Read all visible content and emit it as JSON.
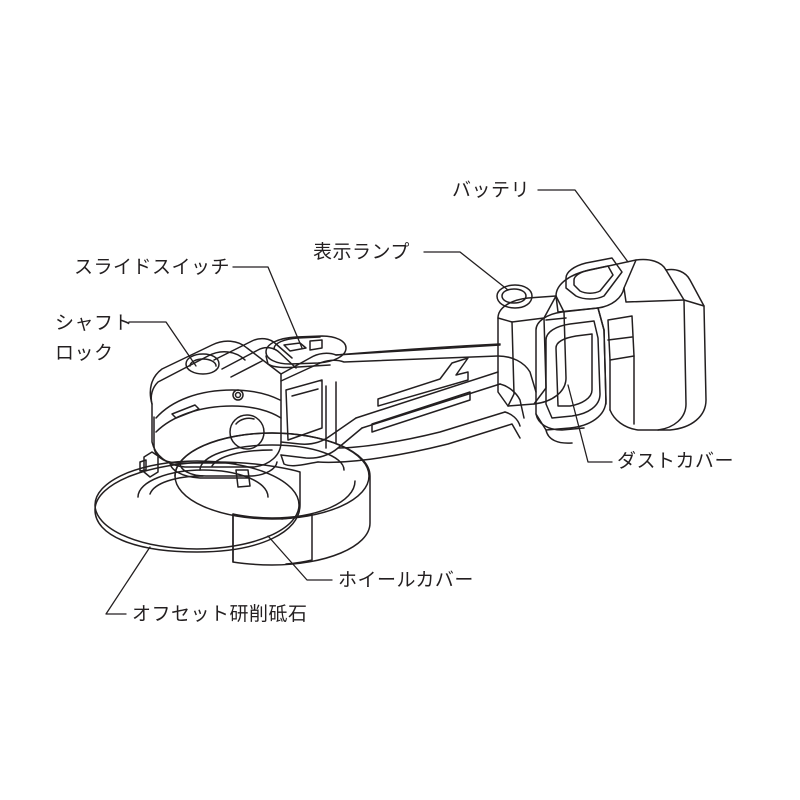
{
  "document": {
    "type": "technical-line-illustration",
    "subject": "cordless-angle-grinder",
    "background_color": "#ffffff",
    "line_color": "#231f20",
    "text_color": "#231f20"
  },
  "callouts": [
    {
      "id": "battery",
      "label": "バッテリ",
      "lines": [
        "バッテリ"
      ],
      "points_to": "battery-pack"
    },
    {
      "id": "indicator_lamp",
      "label": "表示ランプ",
      "lines": [
        "表示ランプ"
      ],
      "points_to": "indicator-lamp-button"
    },
    {
      "id": "slide_switch",
      "label": "スライドスイッチ",
      "lines": [
        "スライドスイッチ"
      ],
      "points_to": "slide-switch"
    },
    {
      "id": "shaft_lock",
      "label": "シャフトロック",
      "lines": [
        "シャフト",
        "ロック"
      ],
      "points_to": "shaft-lock-button"
    },
    {
      "id": "dust_cover",
      "label": "ダストカバー",
      "lines": [
        "ダストカバー"
      ],
      "points_to": "dust-cover"
    },
    {
      "id": "wheel_cover",
      "label": "ホイールカバー",
      "lines": [
        "ホイールカバー"
      ],
      "points_to": "wheel-cover"
    },
    {
      "id": "offset_wheel",
      "label": "オフセット研削砥石",
      "lines": [
        "オフセット研削砥石"
      ],
      "points_to": "grinding-wheel"
    }
  ]
}
